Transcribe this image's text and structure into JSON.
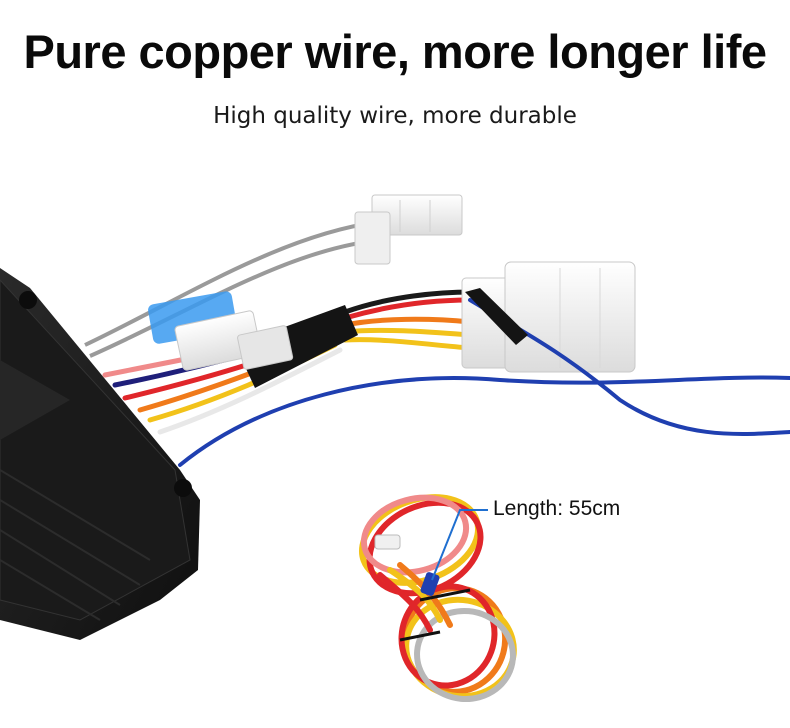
{
  "headline": "Pure copper wire, more longer life",
  "subheadline": "High quality wire, more durable",
  "callout": {
    "length_label": "Length: 55cm"
  },
  "colors": {
    "device_body": "#1b1b1b",
    "wire_blue": "#1f3fb0",
    "wire_grey": "#9a9a9a",
    "wire_red": "#e0262a",
    "wire_orange": "#f07a1a",
    "wire_yellow": "#f2c21a",
    "wire_pink": "#f08a8a",
    "connector_white": "#f4f4f4",
    "fuse_blue": "#3a9af0"
  }
}
